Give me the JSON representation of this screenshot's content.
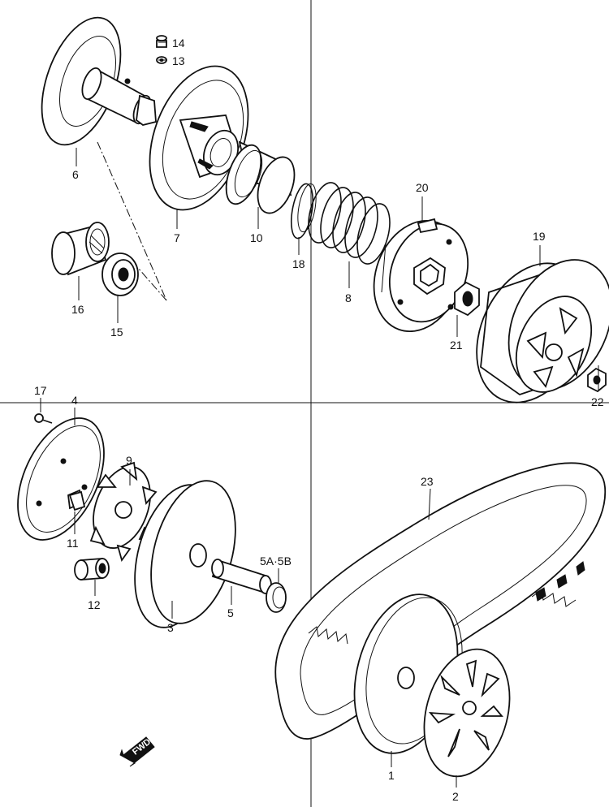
{
  "parts": {
    "p1": "1",
    "p2": "2",
    "p3": "3",
    "p4": "4",
    "p5": "5",
    "p5ab": "5A·5B",
    "p6": "6",
    "p7": "7",
    "p8": "8",
    "p9": "9",
    "p10": "10",
    "p11": "11",
    "p12": "12",
    "p13": "13",
    "p14": "14",
    "p15": "15",
    "p16": "16",
    "p17": "17",
    "p18": "18",
    "p19": "19",
    "p20": "20",
    "p21": "21",
    "p22": "22",
    "p23": "23"
  },
  "fwd": "FWD",
  "colors": {
    "line": "#111111",
    "background": "#ffffff"
  }
}
